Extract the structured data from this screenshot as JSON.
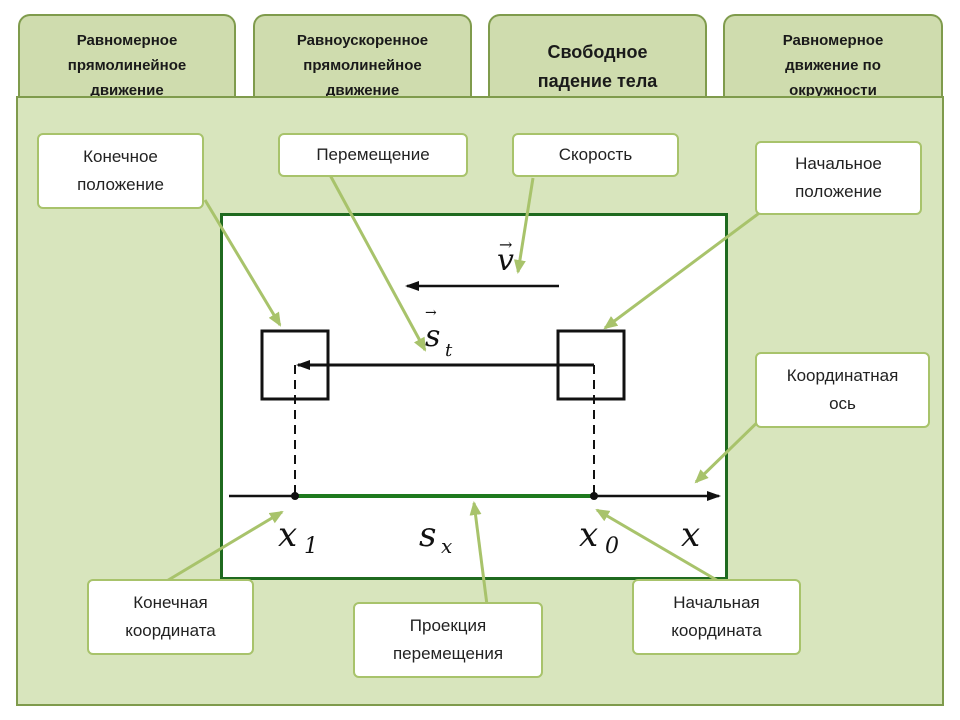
{
  "tabs": [
    {
      "label": "Равномерное\nпрямолинейное\nдвижение",
      "active": false
    },
    {
      "label": "Равноускоренное\nпрямолинейное\nдвижение",
      "active": false
    },
    {
      "label": "Свободное\nпадение тела",
      "active": true
    },
    {
      "label": "Равномерное\nдвижение по\nокружности",
      "active": false
    }
  ],
  "callouts": {
    "final_position": "Конечное\nположение",
    "displacement": "Перемещение",
    "velocity": "Скорость",
    "initial_position": "Начальное\nположение",
    "coordinate_axis": "Координатная\nось",
    "final_coordinate": "Конечная\nкоордината",
    "displacement_projection": "Проекция\nперемещения",
    "initial_coordinate": "Начальная\nкоордината"
  },
  "figure": {
    "velocity_symbol": "v",
    "displacement_symbol": "s",
    "displacement_subscript": "t",
    "projection_symbol": "s",
    "projection_subscript": "x",
    "x1_symbol": "x",
    "x1_subscript": "1",
    "x0_symbol": "x",
    "x0_subscript": "0",
    "axis_symbol": "x"
  },
  "colors": {
    "tab_fill": "#cfdcae",
    "panel_fill": "#d8e5bd",
    "border": "#7f9b4c",
    "connector": "#a8c36b",
    "figure_border": "#1f6a1f",
    "projection_line": "#1e7a1e"
  }
}
